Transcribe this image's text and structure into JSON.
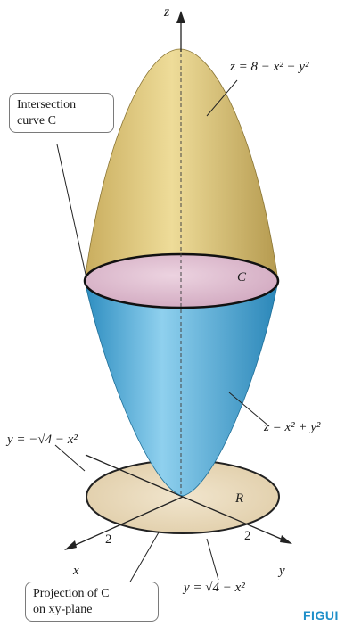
{
  "colors": {
    "paraboloid_top": "#d9c27a",
    "paraboloid_bottom": "#49a9d8",
    "intersection_disk": "#dbb9cc",
    "region_r": "#ebdcc0",
    "accent": "#1f8fc9"
  },
  "axes": {
    "z_label": "z",
    "x_label": "x",
    "y_label": "y",
    "x_tick": "2",
    "y_tick": "2"
  },
  "surfaces": {
    "upper_equation": "z = 8 − x² − y²",
    "lower_equation": "z = x² + y²"
  },
  "labels": {
    "curve_c": "C",
    "region_r": "R",
    "y_neg_equation": "y = −√4 − x²",
    "y_pos_equation": "y = √4 − x²"
  },
  "callouts": {
    "intersection": {
      "line1": "Intersection",
      "line2": "curve C"
    },
    "projection": {
      "line1": "Projection of C",
      "line2": "on xy-plane"
    }
  },
  "figure_tag": "FIGUI"
}
